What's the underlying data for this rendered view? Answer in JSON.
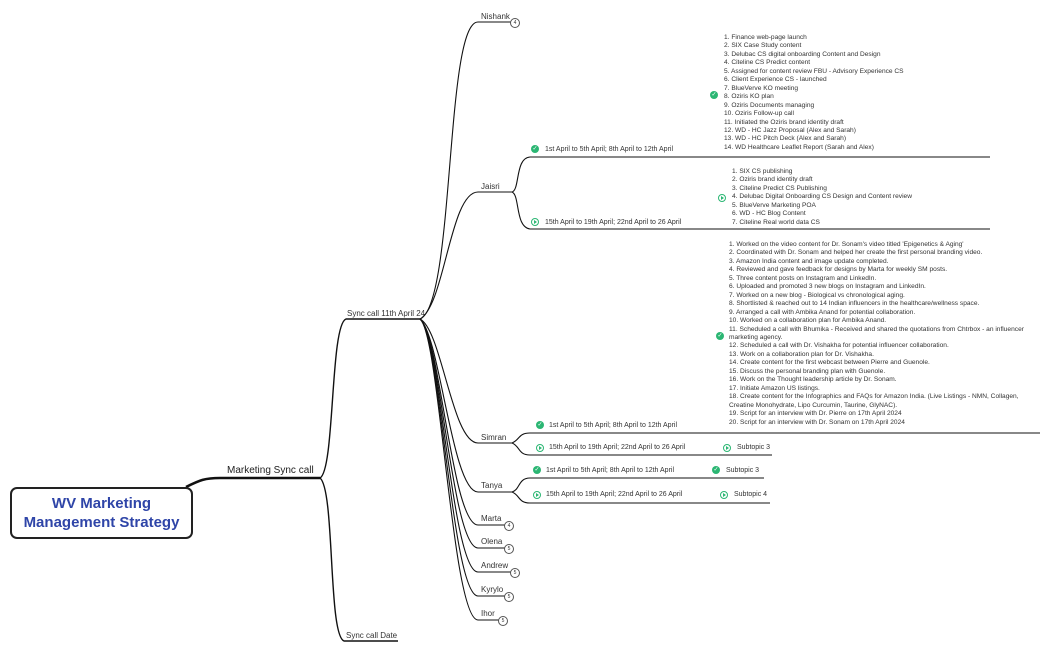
{
  "root": {
    "line1": "WV Marketing",
    "line2": "Management Strategy",
    "color": "#2f45a8"
  },
  "marketing_sync_call": "Marketing Sync call",
  "sync_call_11": "Sync call 11th April 24",
  "sync_call_date": "Sync call Date",
  "status_colors": {
    "done": "#2bb673",
    "in_progress": "#2bb673"
  },
  "people": {
    "nishank": {
      "name": "Nishank",
      "count": "4"
    },
    "jaisri": {
      "name": "Jaisri"
    },
    "simran": {
      "name": "Simran"
    },
    "tanya": {
      "name": "Tanya"
    },
    "marta": {
      "name": "Marta",
      "count": "4"
    },
    "olena": {
      "name": "Olena",
      "count": "5"
    },
    "andrew": {
      "name": "Andrew",
      "count": "5"
    },
    "kyrylo": {
      "name": "Kyrylo",
      "count": "5"
    },
    "ihor": {
      "name": "Ihor",
      "count": "5"
    }
  },
  "periods": {
    "p1": "1st April to 5th April; 8th April to 12th April",
    "p2": "15th April to 19th April; 22nd April to 26 April"
  },
  "subtopics": {
    "s3": "Subtopic 3",
    "s4": "Subtopic 4"
  },
  "jaisri_p1_tasks": [
    "1. Finance web-page launch",
    "2. SIX Case Study content",
    "3. Delubac CS digital onboarding Content and Design",
    "4. Citeline CS Predict content",
    "5. Assigned for content review FBU - Advisory Experience CS",
    "6. Client Experience CS - launched",
    "7. BlueVerve KO meeting",
    "8. Oziris KO plan",
    "9. Oziris Documents managing",
    "10. Oziris Follow-up call",
    "11. Initiated the Oziris brand identity draft",
    "12. WD - HC Jazz Proposal (Alex and Sarah)",
    "13. WD - HC Pitch Deck (Alex and Sarah)",
    "14. WD Healthcare Leaflet Report (Sarah and Alex)"
  ],
  "jaisri_p2_tasks": [
    "1. SIX CS publishing",
    "2. Oziris brand identity draft",
    "3. Citeline Predict CS Publishing",
    "4. Delubac Digital Onboarding CS Design and Content review",
    "5. BlueVerve Marketing POA",
    "6. WD - HC Blog Content",
    "7. Citeline Real world data CS"
  ],
  "simran_p1_tasks": [
    "1. Worked on the video content for Dr. Sonam's video titled 'Epigenetics & Aging'",
    "2. Coordinated with Dr. Sonam and helped her create the first personal branding video.",
    "3. Amazon India content and image update completed.",
    "4. Reviewed and gave feedback for designs by Marta for weekly SM posts.",
    "5. Three content posts on Instagram and LinkedIn.",
    "6. Uploaded and promoted 3 new blogs on Instagram and LinkedIn.",
    "7. Worked on a new blog - Biological vs chronological aging.",
    "8. Shortlisted & reached out to 14 Indian influencers in the healthcare/wellness space.",
    "9. Arranged a call with Ambika Anand for potential collaboration.",
    "10. Worked on a collaboration plan for Ambika Anand.",
    "11. Scheduled a call with Bhumika - Received and shared the quotations from Chtrbox - an influencer marketing agency.",
    "12. Scheduled a call with Dr. Vishakha for potential influencer collaboration.",
    "13. Work on a collaboration plan for Dr. Vishakha.",
    "14. Create content for the first webcast between Pierre and Guenole.",
    "15. Discuss the personal branding plan with Guenole.",
    "16. Work on the Thought leadership article by Dr. Sonam.",
    "17. Initiate Amazon US listings.",
    "18. Create content for the Infographics and FAQs for Amazon India. (Live Listings - NMN, Collagen, Creatine Monohydrate, Lipo Curcumin, Taurine, GlyNAC).",
    "19. Script for an interview with Dr. Pierre on 17th April 2024",
    "20. Script for an interview with Dr. Sonam on 17th April 2024"
  ]
}
